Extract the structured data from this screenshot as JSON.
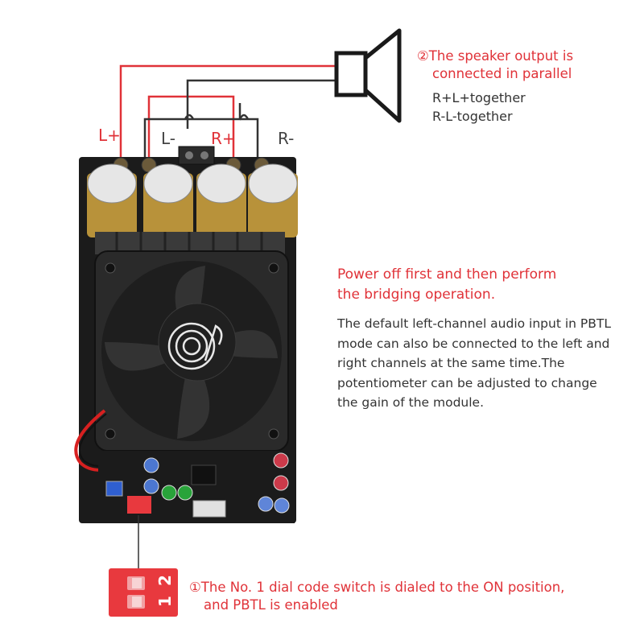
{
  "terminals": {
    "l_plus": "L+",
    "l_minus": "L-",
    "r_plus": "R+",
    "r_minus": "R-"
  },
  "speaker_note": {
    "title_line1": "②The speaker output is",
    "title_line2": "connected in parallel",
    "line1": "R+L+together",
    "line2": "R-L-together"
  },
  "power_note": {
    "line1": "Power off first and then perform",
    "line2": "the bridging operation."
  },
  "description": {
    "line1": "The default left-channel audio input in PBTL",
    "line2": "mode can also be connected to the left and",
    "line3": "right channels at the same time.The",
    "line4": "potentiometer can be adjusted to change",
    "line5": "the gain of the module."
  },
  "switch_note": {
    "line1": "①The No. 1 dial code switch is dialed to the ON position,",
    "line2": "and PBTL is enabled"
  },
  "dip_switch": {
    "label_1": "1",
    "label_2": "2"
  },
  "colors": {
    "accent_red": "#e03238",
    "wire_dark": "#333333",
    "heatsink": "#2a2a2a",
    "pcb": "#1b1b1b",
    "capacitor_gold": "#b8923a",
    "switch_red": "#e8393e"
  }
}
